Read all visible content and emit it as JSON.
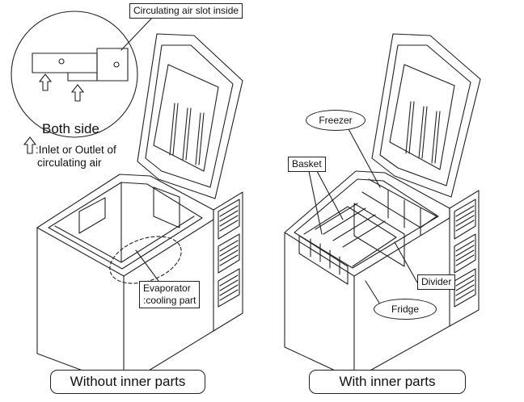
{
  "labels": {
    "circulating_slot": "Circulating air slot inside",
    "both_side": "Both side",
    "legend_line1": ":Inlet or Outlet of",
    "legend_line2": "circulating air",
    "evaporator_line1": "Evaporator",
    "evaporator_line2": ":cooling part",
    "freezer": "Freezer",
    "basket": "Basket",
    "divider": "Divider",
    "fridge": "Fridge"
  },
  "captions": {
    "left": "Without inner parts",
    "right": "With inner parts"
  },
  "icons": [
    "up-arrow-icon"
  ]
}
